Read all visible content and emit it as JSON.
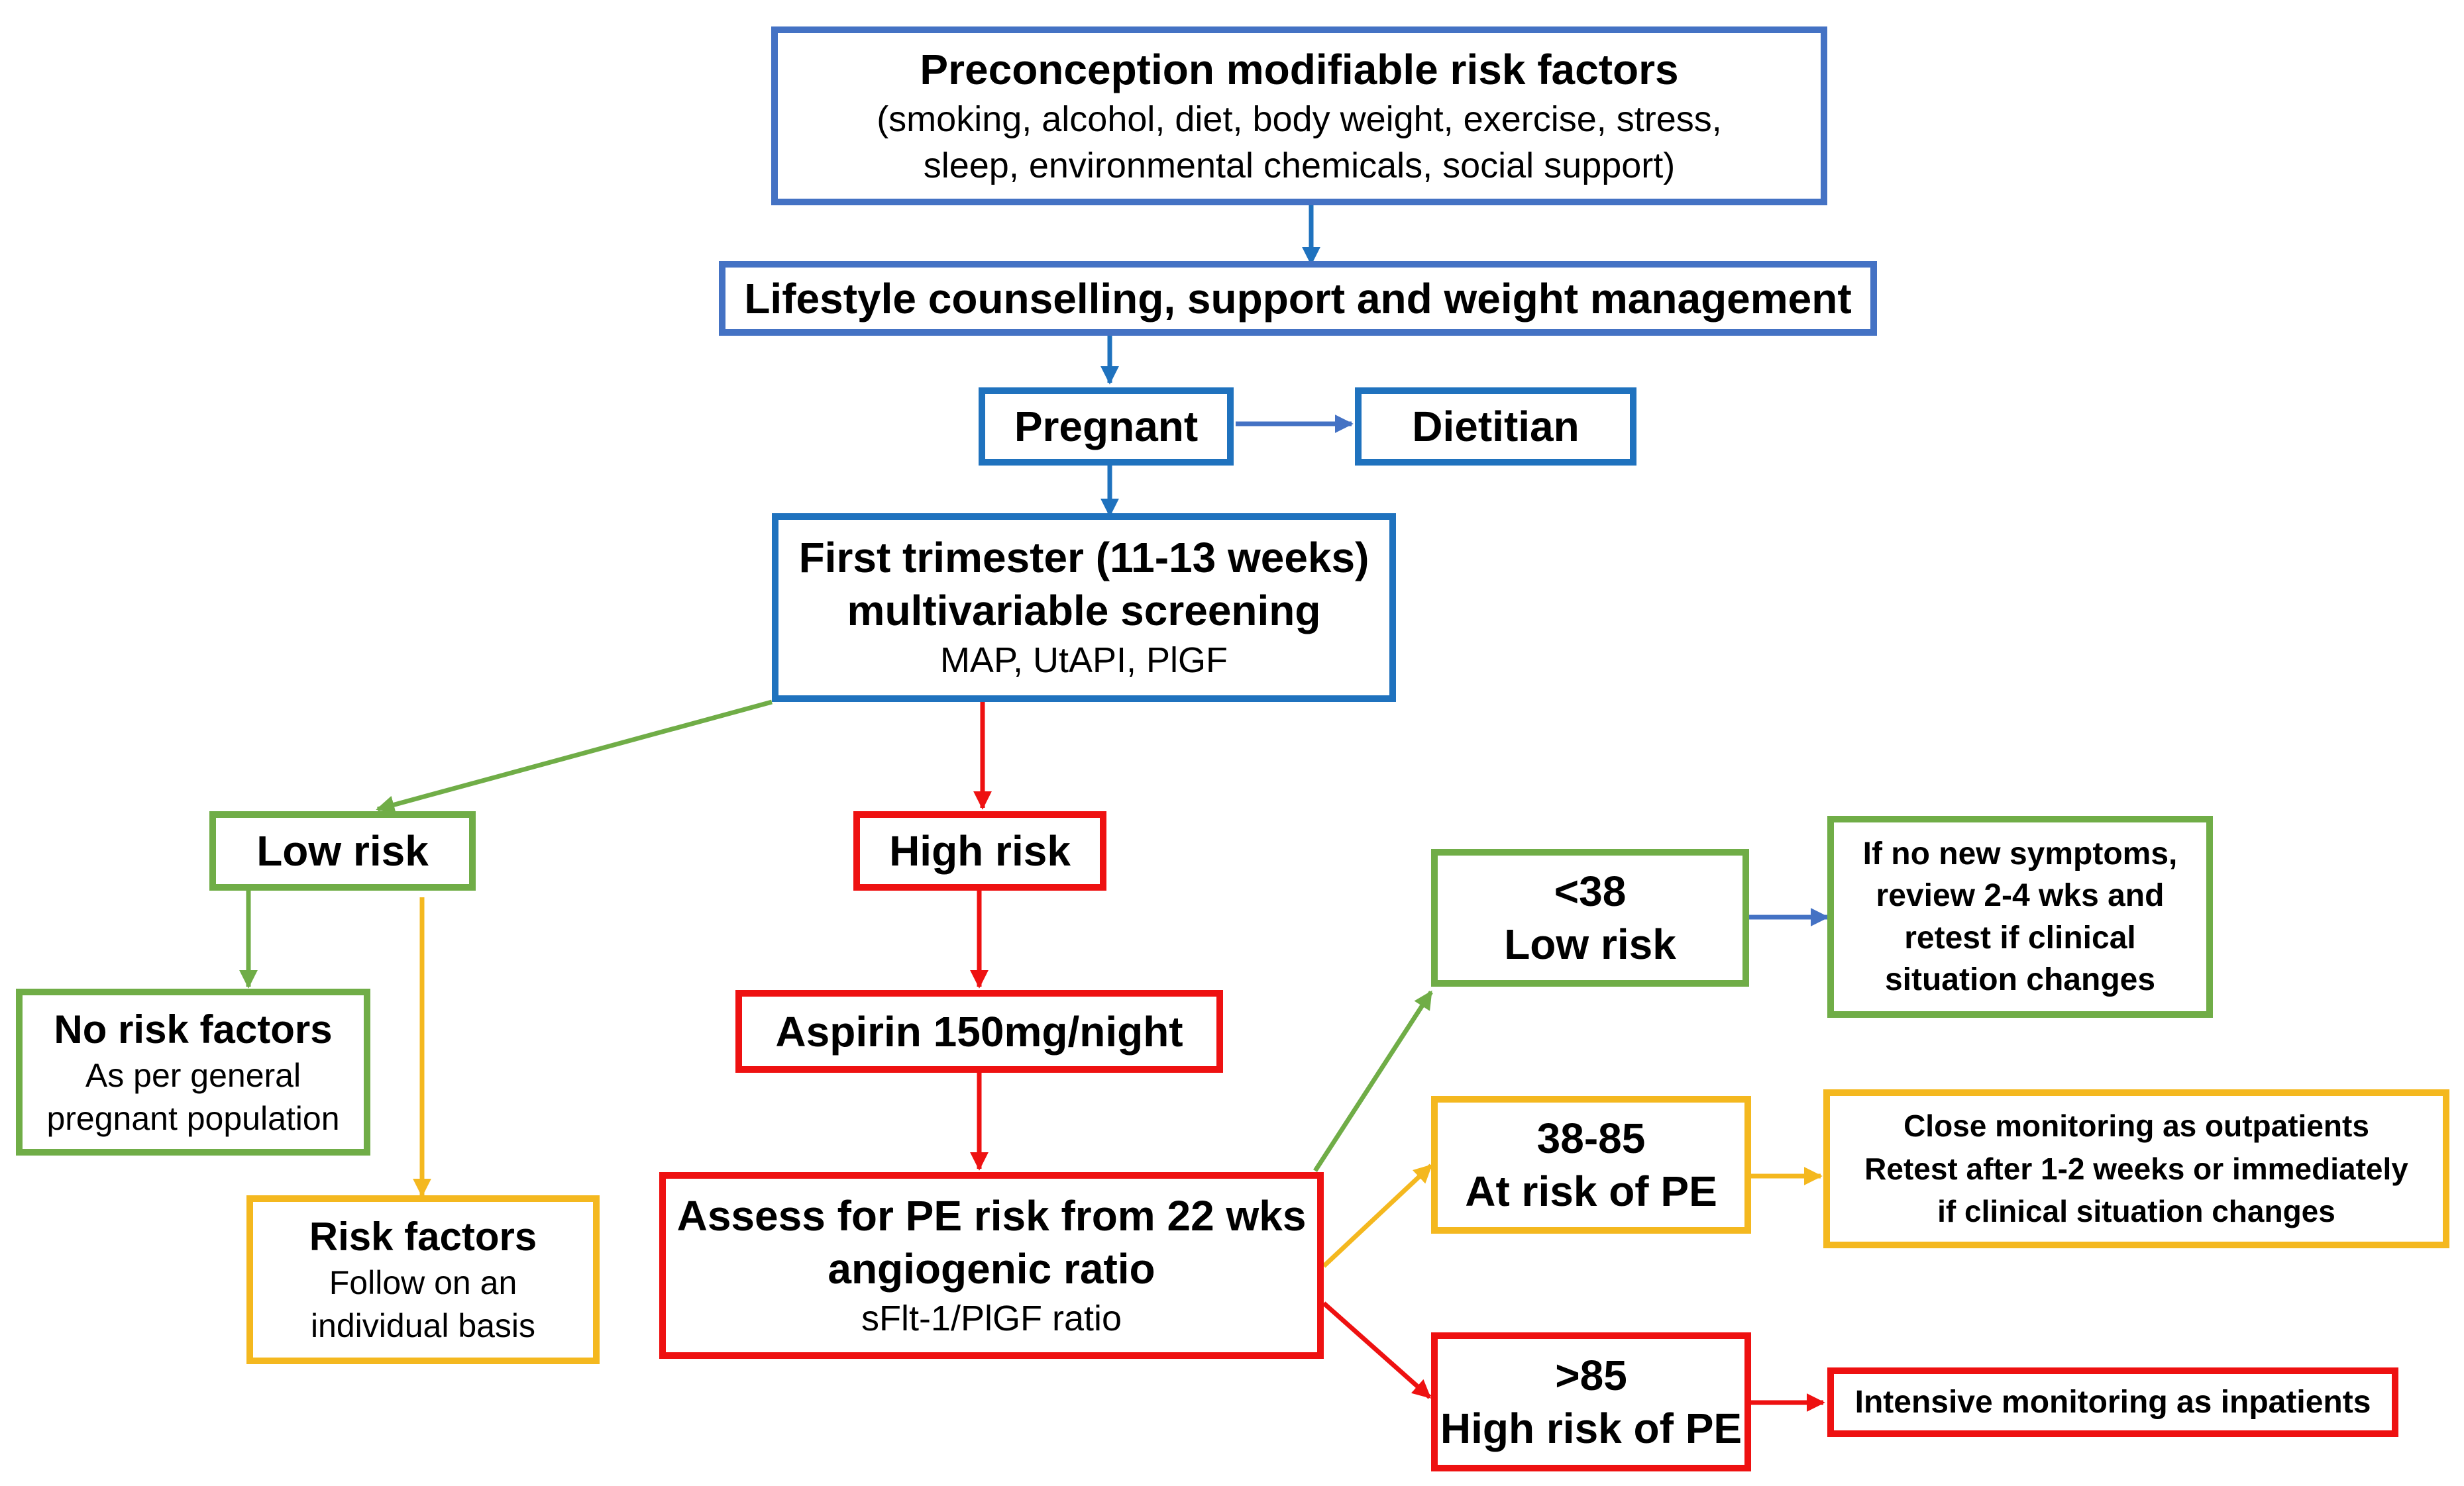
{
  "boxes": {
    "preconception": {
      "title": "Preconception modifiable risk factors",
      "line1": "(smoking, alcohol, diet, body weight, exercise, stress,",
      "line2": "sleep, environmental chemicals, social support)"
    },
    "lifestyle": {
      "title": "Lifestyle counselling, support and weight management"
    },
    "pregnant": {
      "title": "Pregnant"
    },
    "dietitian": {
      "title": "Dietitian"
    },
    "first_trimester": {
      "line1": "First trimester (11-13 weeks)",
      "line2": "multivariable screening",
      "sub": "MAP, UtAPI, PlGF"
    },
    "low_risk": {
      "title": "Low risk"
    },
    "high_risk": {
      "title": "High risk"
    },
    "no_risk_factors": {
      "title": "No risk factors",
      "line1": "As per general",
      "line2": "pregnant population"
    },
    "risk_factors": {
      "title": "Risk factors",
      "line1": "Follow on an",
      "line2": "individual basis"
    },
    "aspirin": {
      "title": "Aspirin 150mg/night"
    },
    "assess": {
      "line1": "Assess for PE risk from 22 wks",
      "line2": "angiogenic ratio",
      "sub": "sFlt-1/PlGF ratio"
    },
    "lt38": {
      "line1": "<38",
      "line2": "Low risk"
    },
    "r38_85": {
      "line1": "38-85",
      "line2": "At risk of PE"
    },
    "gt85": {
      "line1": ">85",
      "line2": "High risk of PE"
    },
    "no_symptoms": {
      "line1": "If no new symptoms,",
      "line2": "review 2-4 wks and",
      "line3": "retest if clinical",
      "line4": "situation changes"
    },
    "close_monitoring": {
      "line1": "Close monitoring as outpatients",
      "line2": "Retest after 1-2 weeks or immediately",
      "line3": "if clinical situation changes"
    },
    "intensive": {
      "title": "Intensive monitoring as inpatients"
    }
  },
  "colors": {
    "blue": "#4472c4",
    "blue_alt": "#1f72be",
    "green": "#70ad47",
    "yellow": "#f4b81f",
    "red": "#ee1111"
  }
}
